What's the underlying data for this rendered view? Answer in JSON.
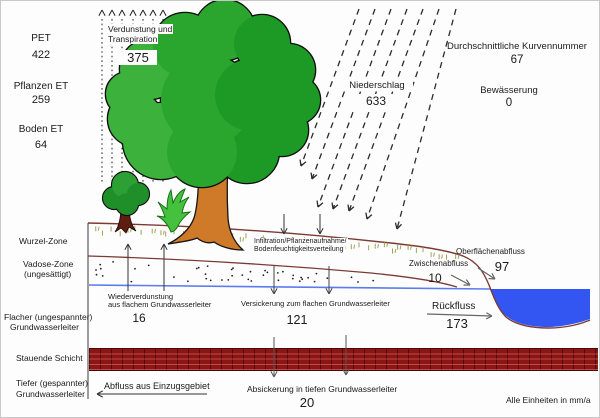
{
  "stats_left": [
    {
      "label": "PET",
      "value": "422"
    },
    {
      "label": "Pflanzen ET",
      "value": "259"
    },
    {
      "label": "Boden ET",
      "value": "64"
    }
  ],
  "evapotranspiration": {
    "label_line1": "Verdunstung und",
    "label_line2": "Transpiration",
    "value": "375"
  },
  "precipitation": {
    "label": "Niederschlag",
    "value": "633"
  },
  "curve_number": {
    "label": "Durchschnittliche Kurvennummer",
    "value": "67"
  },
  "irrigation": {
    "label": "Bewässerung",
    "value": "0"
  },
  "zones": {
    "root_zone": "Wurzel-Zone",
    "vadose_line1": "Vadose-Zone",
    "vadose_line2": "(ungesättigt)",
    "shallow_line1": "Flacher (ungespannter)",
    "shallow_line2": "Grundwasserleiter",
    "confining": "Stauende Schicht",
    "deep_line1": "Tiefer (gespannter)",
    "deep_line2": "Grundwasserleiter"
  },
  "flows": {
    "infiltration_line1": "Infiltration/Pflanzenaufnahme/",
    "infiltration_line2": "Bodenfeuchtigkeitsverteilung",
    "reevaporation": {
      "label_line1": "Wiederverdunstung",
      "label_line2": "aus flachem Grundwasserleiter",
      "value": "16"
    },
    "percolation": {
      "label": "Versickerung zum flachen Grundwasserleiter",
      "value": "121"
    },
    "interflow": {
      "label": "Zwischenabfluss",
      "value": "10"
    },
    "surface_runoff": {
      "label": "Oberflächenabfluss",
      "value": "97"
    },
    "return_flow": {
      "label": "Rückfluss",
      "value": "173"
    },
    "deep_seepage": {
      "label": "Absickerung in tiefen Grundwasserleiter",
      "value": "20"
    },
    "basin_outflow": {
      "label": "Abfluss aus Einzugsgebiet"
    }
  },
  "footnote": "Alle Einheiten in mm/a",
  "colors": {
    "tree_green": "#2aa62e",
    "tree_green_light": "#3cb13c",
    "tree_green_dark": "#1d9a25",
    "shrub_green": "#1f8f2a",
    "trunk_orange": "#cf7a28",
    "pond_blue": "#3355f2",
    "water_table_blue": "#5b7bf0",
    "soil_line_brown": "#7c3a35",
    "brick_red": "#8c1515",
    "grass_olive": "#9fa255",
    "arrow_dark": "#333333"
  }
}
